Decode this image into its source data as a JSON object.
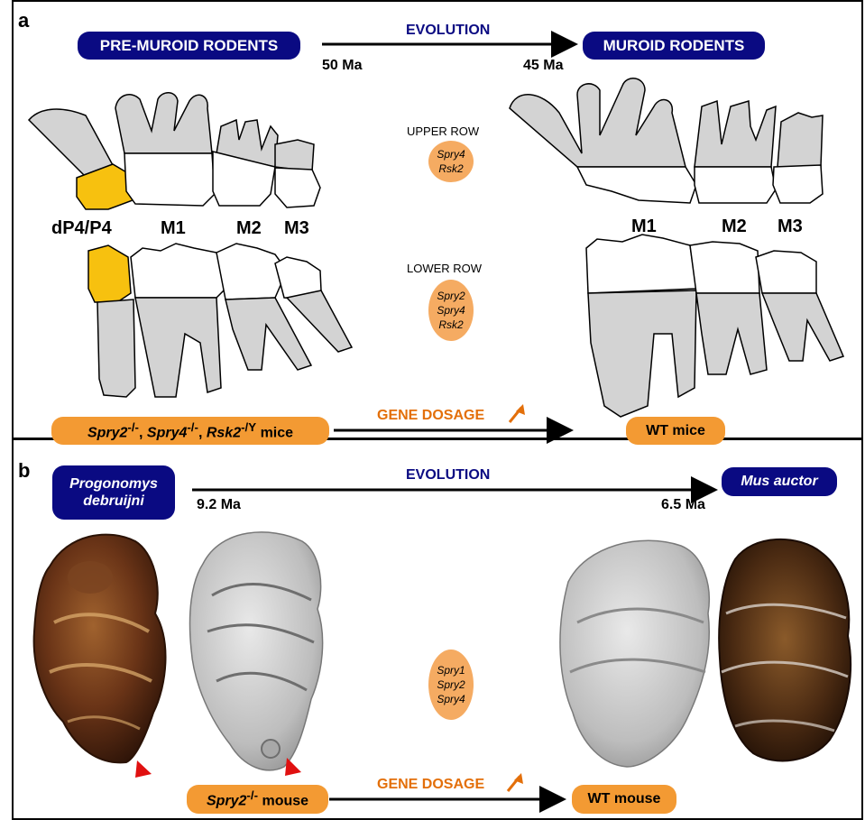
{
  "panel_a": {
    "label": "a",
    "left_group": "PRE-MUROID RODENTS",
    "right_group": "MUROID RODENTS",
    "arrow_title": "EVOLUTION",
    "start_time": "50 Ma",
    "end_time": "45 Ma",
    "tooth_labels_left": [
      "dP4/P4",
      "M1",
      "M2",
      "M3"
    ],
    "tooth_labels_right": [
      "M1",
      "M2",
      "M3"
    ],
    "upper_row": {
      "title": "UPPER ROW",
      "genes": [
        "Spry4",
        "Rsk2"
      ]
    },
    "lower_row": {
      "title": "LOWER ROW",
      "genes": [
        "Spry2",
        "Spry4",
        "Rsk2"
      ]
    },
    "mutant_parts": [
      {
        "gene": "Spry2",
        "sup": "-/-",
        "sep": ", "
      },
      {
        "gene": "Spry4",
        "sup": "-/-",
        "sep": ", "
      },
      {
        "gene": "Rsk2",
        "sup": "-/Y",
        "sep": ""
      }
    ],
    "mutant_suffix": " mice",
    "dosage": "GENE DOSAGE",
    "wt": "WT mice"
  },
  "panel_b": {
    "label": "b",
    "left_species_line1": "Progonomys",
    "left_species_line2": "debruijni",
    "right_species": "Mus auctor",
    "arrow_title": "EVOLUTION",
    "start_time": "9.2 Ma",
    "end_time": "6.5 Ma",
    "genes": [
      "Spry1",
      "Spry2",
      "Spry4"
    ],
    "mutant_gene": "Spry2",
    "mutant_sup": "-/-",
    "mutant_suffix": " mouse",
    "dosage": "GENE DOSAGE",
    "wt": "WT mouse"
  },
  "colors": {
    "navy": "#0a0a82",
    "orange": "#f39a33",
    "gene_oval": "#f5ab62",
    "dosage_text": "#e36f0a",
    "root_gray": "#d3d3d3",
    "premolar_yellow": "#f7c10f",
    "fossil_brown": "#5a2a14",
    "scan_gray": "#bdbdbd",
    "arrowhead_red": "#e01010"
  }
}
